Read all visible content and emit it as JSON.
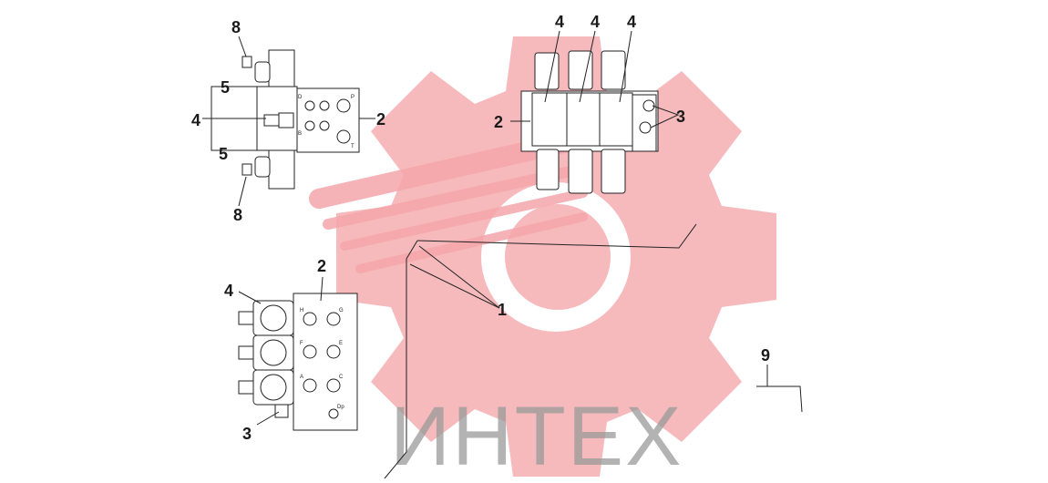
{
  "watermark": {
    "text": "ИНТЕХ",
    "gear_color": "#f4a6aa",
    "text_color": "#9a9a9a"
  },
  "callouts": {
    "tl_8_top": "8",
    "tl_5_top": "5",
    "tl_4": "4",
    "tl_5_bottom": "5",
    "tl_2": "2",
    "tl_8_bottom": "8",
    "tr_4_a": "4",
    "tr_4_b": "4",
    "tr_4_c": "4",
    "tr_2": "2",
    "tr_3": "3",
    "bl_2": "2",
    "bl_4": "4",
    "bl_3": "3",
    "pipe_1": "1",
    "pipe_9": "9"
  },
  "ports": {
    "tl": {
      "d": "D",
      "p": "P",
      "b": "B",
      "t": "T"
    },
    "bl": {
      "h": "H",
      "g": "G",
      "f": "F",
      "e": "E",
      "a": "A",
      "c": "C",
      "dp": "Dp"
    }
  }
}
